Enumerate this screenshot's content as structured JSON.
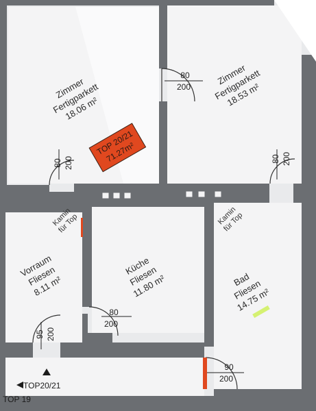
{
  "rooms": {
    "zimmer_left": {
      "name": "Zimmer",
      "floor": "Fertigparkett",
      "area": "18.06 m²"
    },
    "zimmer_right": {
      "name": "Zimmer",
      "floor": "Fertigparkett",
      "area": "18.53 m²"
    },
    "vorraum": {
      "name": "Vorraum",
      "floor": "Fliesen",
      "area": "8.11 m²"
    },
    "kueche": {
      "name": "Küche",
      "floor": "Fliesen",
      "area": "11.80 m²"
    },
    "bad": {
      "name": "Bad",
      "floor": "Fliesen",
      "area": "14.75 m²"
    }
  },
  "badge": {
    "line1": "TOP 20/21",
    "line2": "71.27m²",
    "color": "#e0481f"
  },
  "kamin_left": {
    "line1": "Kamin",
    "line2": "für Top"
  },
  "kamin_right": {
    "line1": "Kamin",
    "line2": "für Top"
  },
  "doors": {
    "zimmer_top": {
      "w": "80",
      "h": "200"
    },
    "zimmer_right": {
      "w": "80",
      "h": "200"
    },
    "zimmer_left": {
      "w": "80",
      "h": "200"
    },
    "kueche": {
      "w": "80",
      "h": "200"
    },
    "entry": {
      "w": "95",
      "h": "200"
    },
    "bad": {
      "w": "90",
      "h": "200"
    }
  },
  "nav": {
    "top_units": "TOP20/21",
    "top19": "TOP 19"
  },
  "colors": {
    "wall": "#6b6e72",
    "floor": "#f4f4f5",
    "accent": "#e0481f",
    "highlight": "#c7ef3a"
  }
}
